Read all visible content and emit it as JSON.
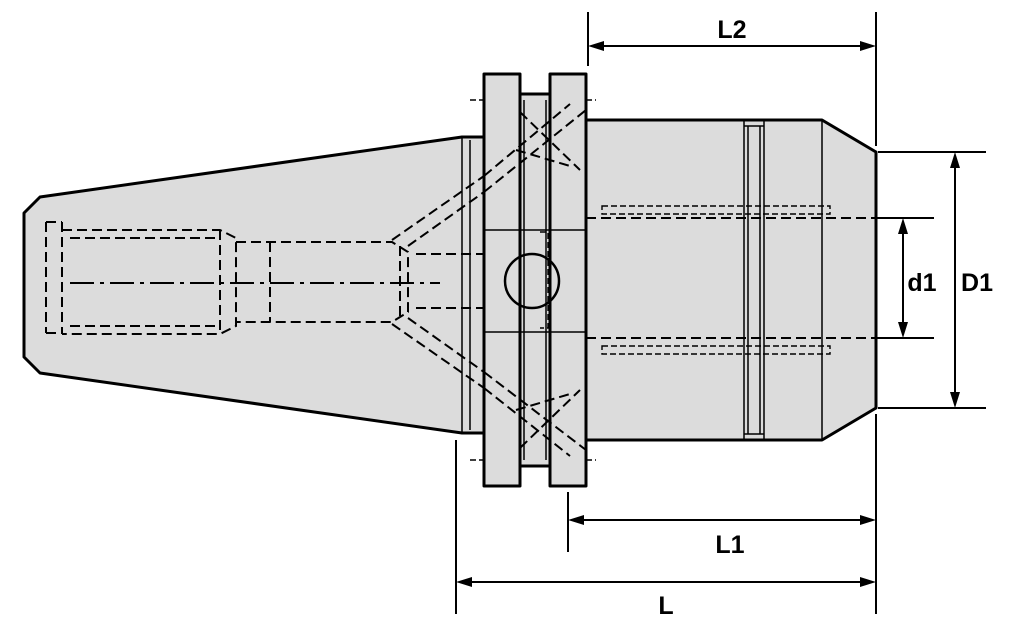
{
  "dimensions": {
    "l2": "L2",
    "l1": "L1",
    "l": "L",
    "d1": "d1",
    "d1_outer": "D1"
  }
}
